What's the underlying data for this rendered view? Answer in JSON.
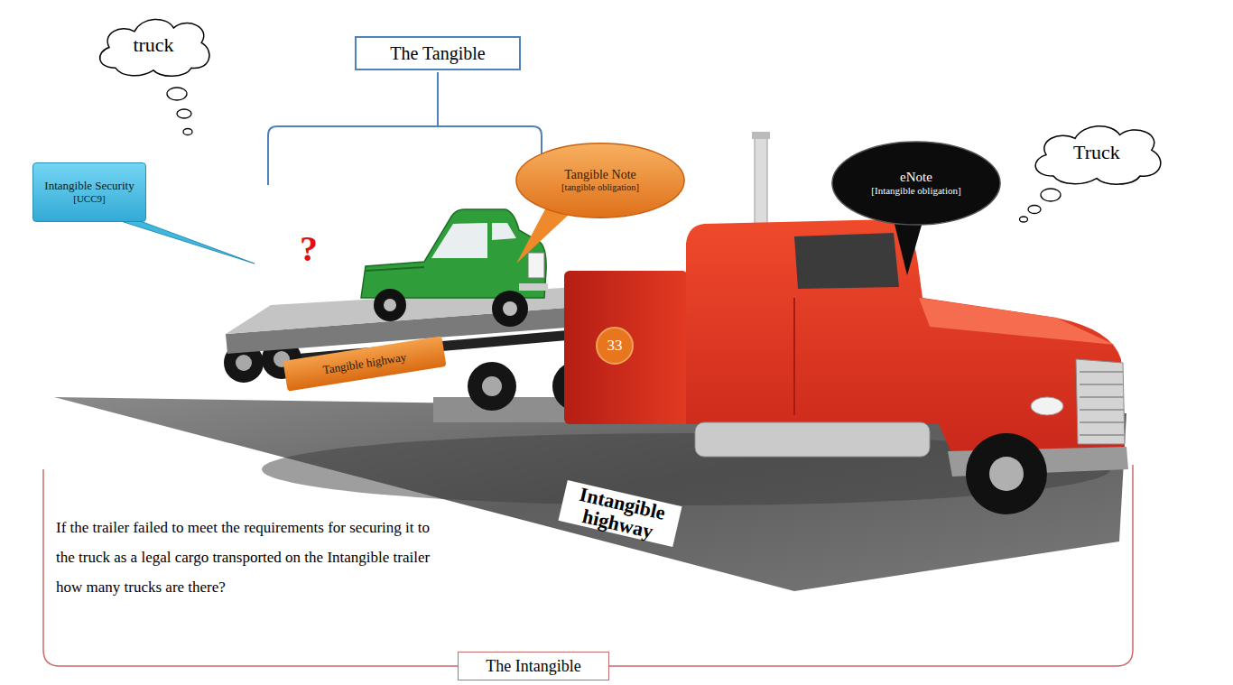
{
  "diagram": {
    "nodes": [
      {
        "text": [
          "truck"
        ]
      },
      {
        "text": [
          "The Tangible"
        ]
      },
      {
        "text": [
          "Intangible Security",
          "[UCC9]"
        ]
      },
      {
        "text": [
          "Tangible Note",
          "[tangible obligation]"
        ]
      },
      {
        "text": [
          "eNote",
          "[Intangible obligation]"
        ]
      },
      {
        "text": [
          "Truck"
        ]
      },
      {
        "text": [
          "33"
        ]
      },
      {
        "text": [
          "Tangible highway"
        ]
      },
      {
        "text": [
          "The Intangible"
        ]
      }
    ],
    "labels": [
      "?",
      "Intangible highway",
      "If the trailer failed to meet the requirements for securing it to the truck as a legal cargo transported on the Intangible trailer how many trucks are there?"
    ]
  }
}
